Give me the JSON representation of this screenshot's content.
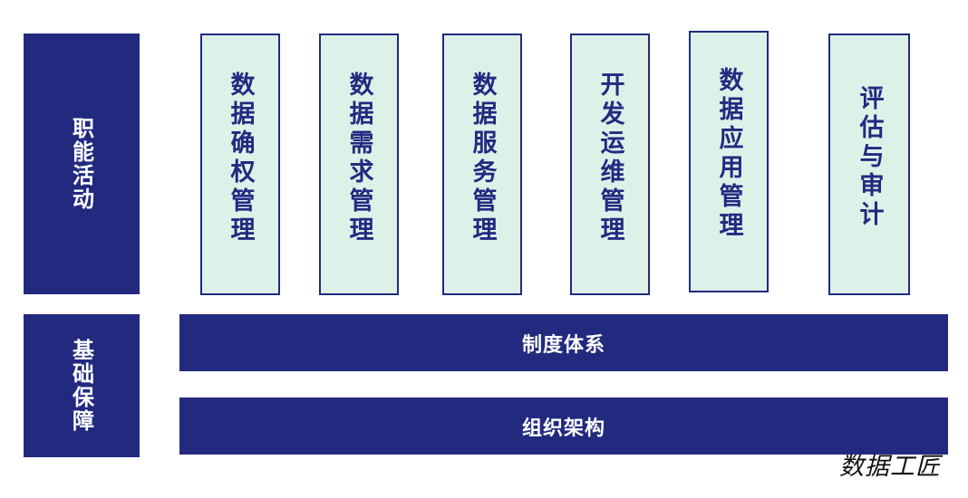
{
  "left_column": {
    "functions_label": "职能活动",
    "foundation_label": "基础保障"
  },
  "functions": [
    {
      "label": "数据确权管理"
    },
    {
      "label": "数据需求管理"
    },
    {
      "label": "数据服务管理"
    },
    {
      "label": "开发运维管理"
    },
    {
      "label": "数据应用管理"
    },
    {
      "label": "评估与审计"
    }
  ],
  "foundation": {
    "bar1": "制度体系",
    "bar2": "组织架构"
  },
  "watermark": "数据工匠",
  "colors": {
    "navy": "#222a80",
    "mint": "#dcf2e8"
  }
}
